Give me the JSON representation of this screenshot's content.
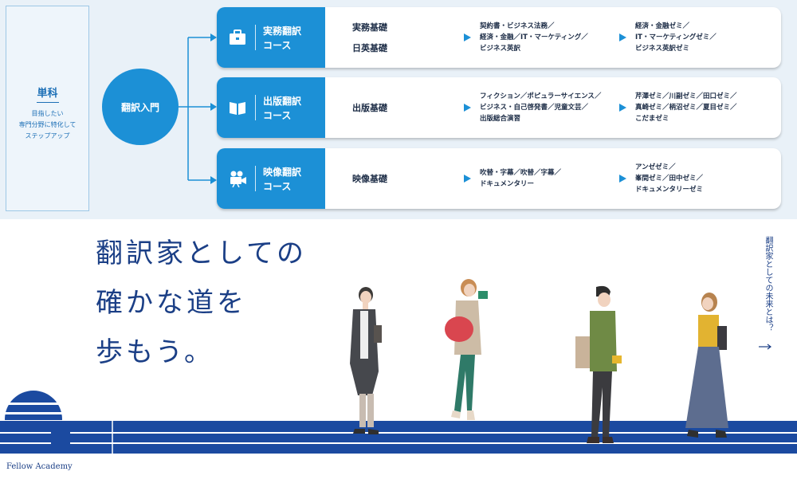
{
  "diagram": {
    "single_course": {
      "title": "単科",
      "description": "目指したい\n専門分野に特化して\nステップアップ"
    },
    "intro": "翻訳入門",
    "courses": [
      {
        "name": "実務翻訳\nコース",
        "icon": "briefcase-icon",
        "basics": [
          "実務基礎",
          "日英基礎"
        ],
        "topics": "契約書・ビジネス法務／\n経済・金融／IT・マーケティング／\nビジネス英訳",
        "seminars": "経済・金融ゼミ／\nIT・マーケティングゼミ／\nビジネス英訳ゼミ"
      },
      {
        "name": "出版翻訳\nコース",
        "icon": "book-icon",
        "basics": [
          "出版基礎"
        ],
        "topics": "フィクション／ポピュラーサイエンス／\nビジネス・自己啓発書／児童文芸／\n出版総合演習",
        "seminars": "芹澤ゼミ／川副ゼミ／田口ゼミ／\n真崎ゼミ／柄沼ゼミ／夏目ゼミ／\nこだまゼミ"
      },
      {
        "name": "映像翻訳\nコース",
        "icon": "video-camera-icon",
        "basics": [
          "映像基礎"
        ],
        "topics": "吹替・字幕／吹替／字幕／\nドキュメンタリー",
        "seminars": "アンゼゼミ／\n峯間ゼミ／田中ゼミ／\nドキュメンタリーゼミ"
      }
    ]
  },
  "hero": {
    "headline": "翻訳家としての\n確かな道を\n歩もう。",
    "side_link": "翻訳家としての未来とは？",
    "logo_text": "Fellow Academy"
  },
  "colors": {
    "accent_blue": "#1c90d6",
    "navy": "#1b3f86",
    "panel_bg": "#e9f1f8"
  }
}
